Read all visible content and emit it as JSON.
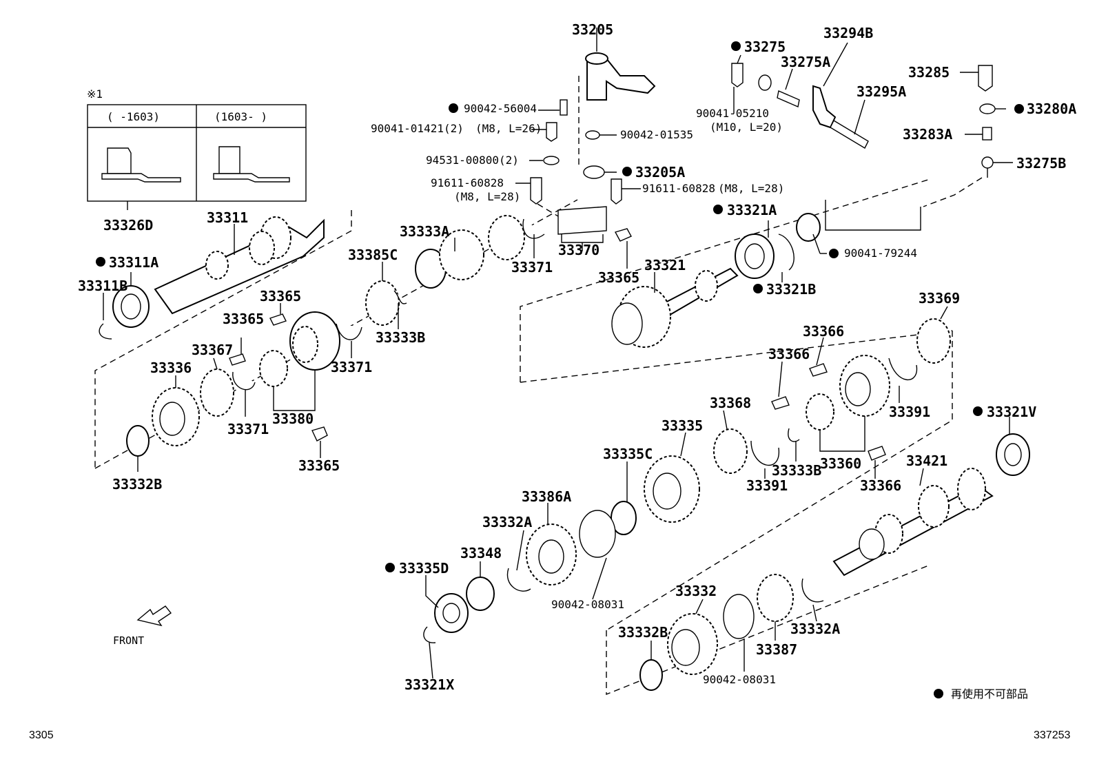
{
  "inset": {
    "mark": "※1",
    "col_left_label": "(     -1603)",
    "col_right_label": "(1603-      )",
    "part_number": "33326D"
  },
  "part_numbers": {
    "p33205": "33205",
    "p33275": "33275",
    "p33294B": "33294B",
    "p33275A": "33275A",
    "p33285": "33285",
    "p33280A": "33280A",
    "p33295A": "33295A",
    "p33283A": "33283A",
    "p33275B": "33275B",
    "p90042_56004": "90042-56004",
    "p90041_01421": "90041-01421(2)",
    "p90041_01421_spec": "(M8, L=26)",
    "p90042_01535": "90042-01535",
    "p90041_05210": "90041-05210",
    "p90041_05210_spec": "(M10, L=20)",
    "p94531_00800": "94531-00800(2)",
    "p33205A": "33205A",
    "p91611_60828_left": "91611-60828",
    "p91611_left_spec": "(M8, L=28)",
    "p91611_60828_right": "91611-60828",
    "p91611_right_spec": "(M8, L=28)",
    "p33311": "33311",
    "p33311A": "33311A",
    "p33311B": "33311B",
    "p33333A": "33333A",
    "p33385C": "33385C",
    "p33371_a": "33371",
    "p33370": "33370",
    "p33365_a": "33365",
    "p33365_b": "33365",
    "p33365_c": "33365",
    "p33365_d": "33365",
    "p33321": "33321",
    "p33321B": "33321B",
    "p33321A_partial": "33321A",
    "p90041_79244": "90041-79244",
    "p33333B_a": "33333B",
    "p33371_b": "33371",
    "p33367": "33367",
    "p33336": "33336",
    "p33371_c": "33371",
    "p33380": "33380",
    "p33332B_a": "33332B",
    "p33369": "33369",
    "p33366_a": "33366",
    "p33366_b": "33366",
    "p33366_c": "33366",
    "p33368": "33368",
    "p33391_a": "33391",
    "p33391_b": "33391",
    "p33335": "33335",
    "p33335C": "33335C",
    "p33333B_b": "33333B",
    "p33360": "33360",
    "p33321V": "33321V",
    "p33421": "33421",
    "p33386A": "33386A",
    "p33332A_a": "33332A",
    "p33348": "33348",
    "p33335D": "33335D",
    "p90042_08031_a": "90042-08031",
    "p33332": "33332",
    "p33332B_b": "33332B",
    "p33387": "33387",
    "p33332A_b": "33332A",
    "p90042_08031_b": "90042-08031",
    "p33321X": "33321X"
  },
  "front_label": "FRONT",
  "legend_text": "再使用不可部品",
  "page_code_left": "3305",
  "page_code_right": "337253"
}
